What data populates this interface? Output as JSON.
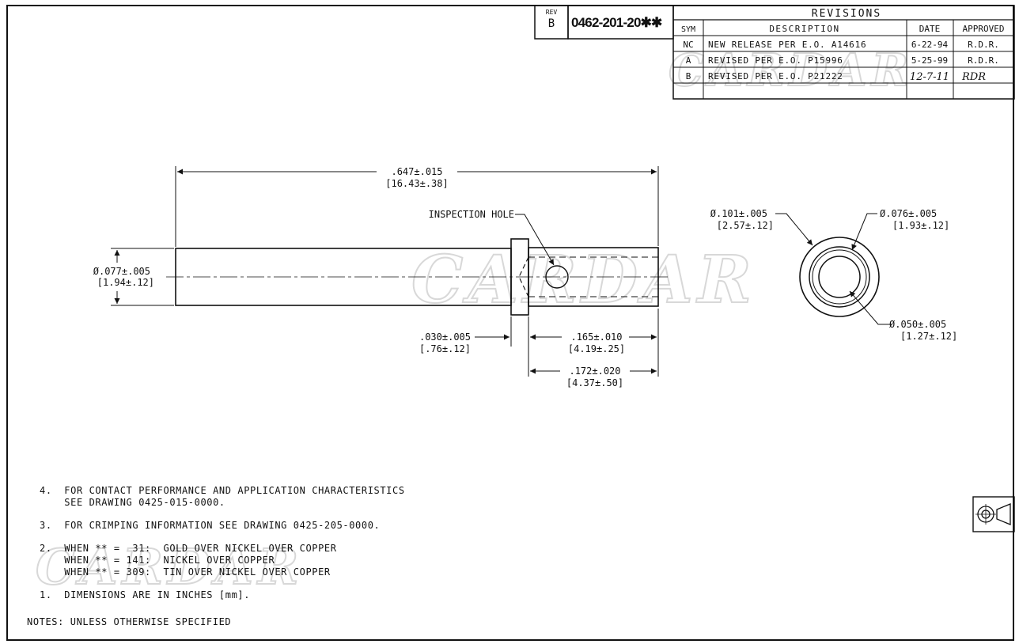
{
  "title_block": {
    "rev_label": "REV",
    "rev_value": "B",
    "part_number": "0462-201-20✱✱"
  },
  "revisions": {
    "title": "REVISIONS",
    "headers": [
      "SYM",
      "DESCRIPTION",
      "DATE",
      "APPROVED"
    ],
    "rows": [
      {
        "sym": "NC",
        "description": "NEW RELEASE PER E.O. A14616",
        "date": "6-22-94",
        "approved": "R.D.R."
      },
      {
        "sym": "A",
        "description": "REVISED PER E.O. P15996",
        "date": "5-25-99",
        "approved": "R.D.R."
      },
      {
        "sym": "B",
        "description": "REVISED PER E.O. P21222",
        "date": "12-7-11",
        "approved": "RDR"
      }
    ]
  },
  "dimensions": {
    "overall_length": {
      "in": ".647±.015",
      "mm": "[16.43±.38]"
    },
    "shank_diameter": {
      "in": "Ø.077±.005",
      "mm": "[1.94±.12]"
    },
    "inspection_hole": "INSPECTION HOLE",
    "collar_width": {
      "in": ".030±.005",
      "mm": "[.76±.12]"
    },
    "barrel_depth": {
      "in": ".165±.010",
      "mm": "[4.19±.25]"
    },
    "barrel_length": {
      "in": ".172±.020",
      "mm": "[4.37±.50]"
    },
    "collar_diameter": {
      "in": "Ø.101±.005",
      "mm": "[2.57±.12]"
    },
    "barrel_outer_diameter": {
      "in": "Ø.076±.005",
      "mm": "[1.93±.12]"
    },
    "barrel_inner_diameter": {
      "in": "Ø.050±.005",
      "mm": "[1.27±.12]"
    }
  },
  "notes": {
    "n4_line1": "4.  FOR CONTACT PERFORMANCE AND APPLICATION CHARACTERISTICS",
    "n4_line2": "    SEE DRAWING 0425-015-0000.",
    "n3": "3.  FOR CRIMPING INFORMATION SEE DRAWING 0425-205-0000.",
    "n2_line1": "2.  WHEN ** =  31:  GOLD OVER NICKEL OVER COPPER",
    "n2_line2": "    WHEN ** = 141:  NICKEL OVER COPPER",
    "n2_line3": "    WHEN ** = 309:  TIN OVER NICKEL OVER COPPER",
    "n1": "1.  DIMENSIONS ARE IN INCHES [mm].",
    "header": "NOTES: UNLESS OTHERWISE SPECIFIED"
  },
  "watermark": "CARDAR",
  "icons": {
    "projection_symbol": "third-angle-projection-icon"
  }
}
